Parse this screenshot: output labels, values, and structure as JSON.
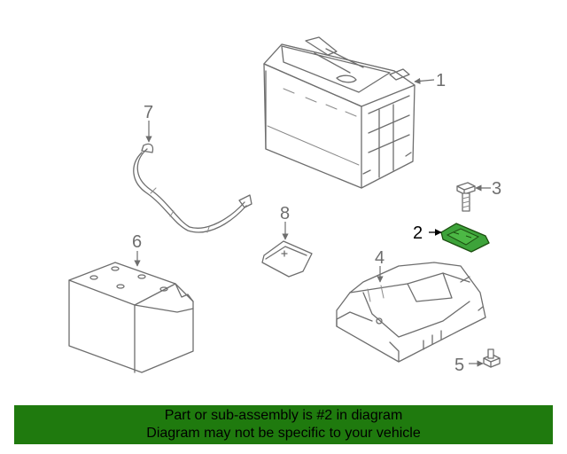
{
  "diagram": {
    "callouts": [
      {
        "id": "1",
        "label": "1"
      },
      {
        "id": "2",
        "label": "2"
      },
      {
        "id": "3",
        "label": "3"
      },
      {
        "id": "4",
        "label": "4"
      },
      {
        "id": "5",
        "label": "5"
      },
      {
        "id": "6",
        "label": "6"
      },
      {
        "id": "7",
        "label": "7"
      },
      {
        "id": "8",
        "label": "8"
      }
    ],
    "highlighted_part": "2",
    "highlight_color": "#3da33a",
    "line_color": "#6e6e6e"
  },
  "banner": {
    "line1": "Part or sub-assembly is #2 in diagram",
    "line2": "Diagram may not be specific to your vehicle",
    "background_color": "#1f7a0e"
  }
}
